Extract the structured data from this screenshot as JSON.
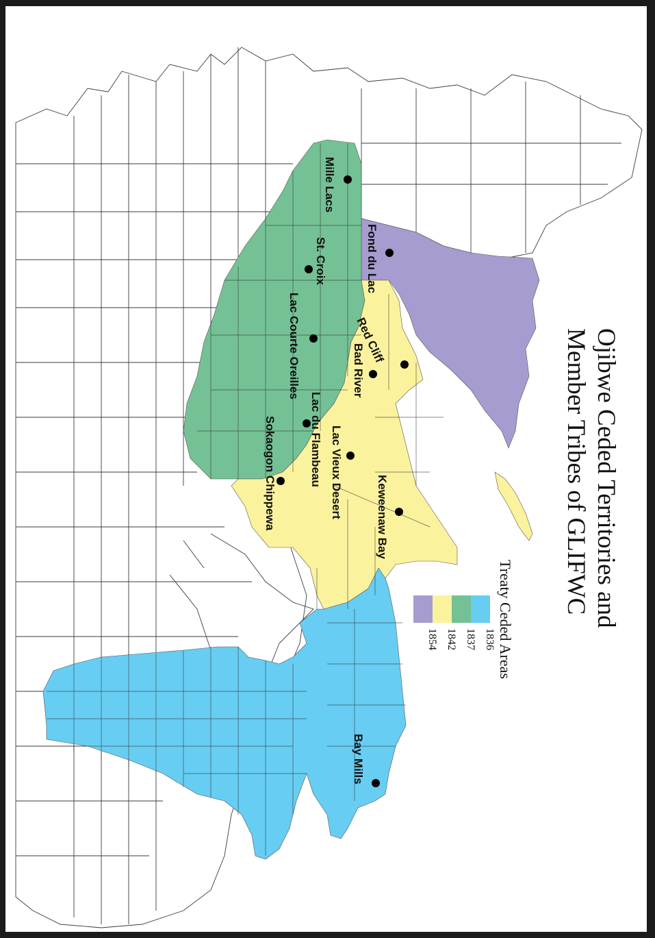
{
  "title": {
    "line1": "Ojibwe Ceded Territories and",
    "line2": "Member Tribes of GLIFWC"
  },
  "legend": {
    "title": "Treaty Ceded Areas",
    "items": [
      {
        "year": "1836",
        "color": "#67cdf2"
      },
      {
        "year": "1837",
        "color": "#74c195"
      },
      {
        "year": "1842",
        "color": "#fbf29e"
      },
      {
        "year": "1854",
        "color": "#a69cd0"
      }
    ]
  },
  "tribes": [
    {
      "name": "Mille Lacs"
    },
    {
      "name": "Fond du Lac"
    },
    {
      "name": "St. Croix"
    },
    {
      "name": "Lac Courte Oreilles"
    },
    {
      "name": "Red Cliff"
    },
    {
      "name": "Bad River"
    },
    {
      "name": "Lac du Flambeau"
    },
    {
      "name": "Lac Vieux Desert"
    },
    {
      "name": "Sokaogon Chippewa"
    },
    {
      "name": "Keweenaw Bay"
    },
    {
      "name": "Bay Mills"
    }
  ],
  "colors": {
    "ceded_1836": "#67cdf2",
    "ceded_1837": "#74c195",
    "ceded_1842": "#fbf29e",
    "ceded_1854": "#a69cd0",
    "frame": "#1b1b1b"
  }
}
